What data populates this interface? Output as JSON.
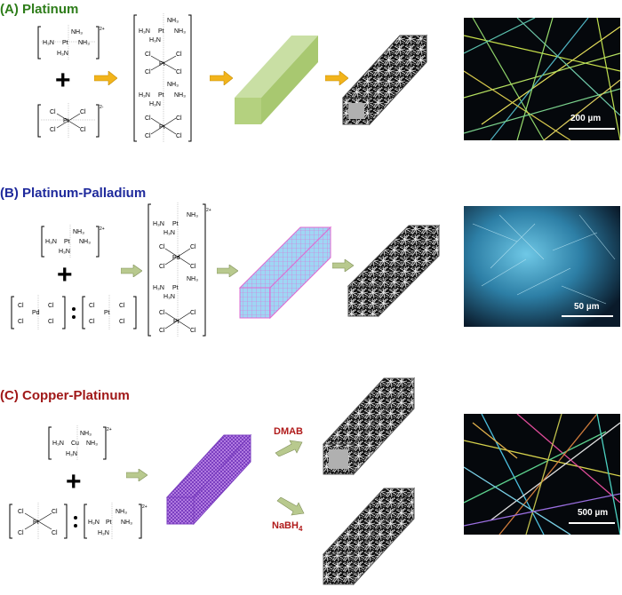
{
  "panels": {
    "a": {
      "title": "(A)  Platinum",
      "scale": "200 µm",
      "accent": "#2e7d1a"
    },
    "b": {
      "title": "(B)  Platinum-Palladium",
      "scale": "50 µm",
      "accent": "#1f2a9c"
    },
    "c": {
      "title": "(C)  Copper-Platinum",
      "scale": "500 µm",
      "accent": "#a01818",
      "reagent_top": "DMAB",
      "reagent_bottom_main": "NaBH",
      "reagent_bottom_sub": "4"
    }
  },
  "plus_sign": "+",
  "chem": {
    "pt": "Pt",
    "pd": "Pd",
    "cu": "Cu",
    "cl": "Cl",
    "h3n": "H₃N",
    "nh3": "NH₃",
    "charge_2plus": "2+",
    "charge_2minus": "2-"
  },
  "colors": {
    "arrow_yellow": "#f2b41c",
    "arrow_green": "#b8c98e",
    "block_green": "#a9c878",
    "block_pink_blue": "#9ad1f0",
    "block_purple": "#9a5fd0"
  }
}
